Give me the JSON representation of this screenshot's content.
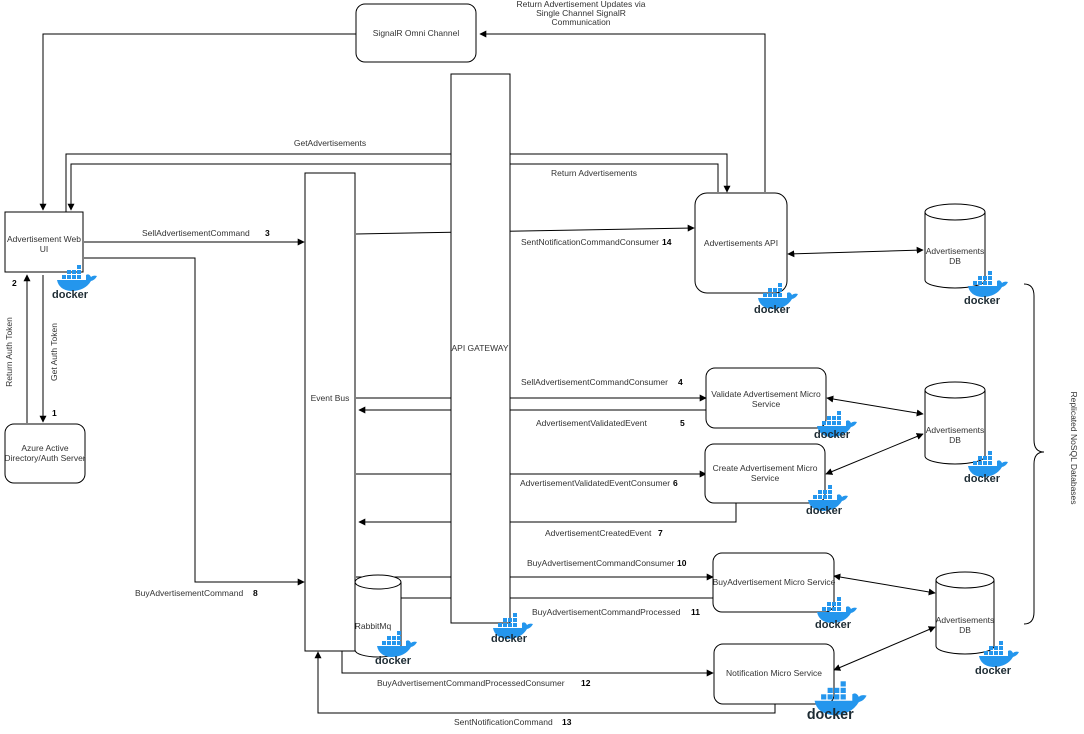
{
  "nodes": {
    "signalr": "SignalR Omni Channel",
    "web_ui_line1": "Advertisement Web",
    "web_ui_line2": "UI",
    "azure_line1": "Azure Active",
    "azure_line2": "Directory/Auth Server",
    "event_bus": "Event Bus",
    "api_gateway": "API GATEWAY",
    "adv_api": "Advertisements API",
    "validate_line1": "Validate Advertisement Micro",
    "validate_line2": "Service",
    "create_line1": "Create Advertisement Micro",
    "create_line2": "Service",
    "buy_service": "BuyAdvertisement Micro Service",
    "notification_service": "Notification Micro Service",
    "rabbitmq": "RabbitMq",
    "db_line1": "Advertisements",
    "db_line2": "DB",
    "docker": "docker",
    "replicated": "Replicated NoSQL Databases"
  },
  "edges": {
    "signalr_return_line1": "Return Advertisement Updates via",
    "signalr_return_line2": "Single Channel SignalR",
    "signalr_return_line3": "Communication",
    "get_advertisements": "GetAdvertisements",
    "return_advertisements": "Return Advertisements",
    "sell_command": "SellAdvertisementCommand",
    "sell_command_num": "3",
    "sent_notification_consumer": "SentNotificationCommandConsumer",
    "sent_notification_consumer_num": "14",
    "sell_consumer": "SellAdvertisementCommandConsumer",
    "sell_consumer_num": "4",
    "validated_event": "AdvertisementValidatedEvent",
    "validated_event_num": "5",
    "validated_event_consumer": "AdvertisementValidatedEventConsumer",
    "validated_event_consumer_num": "6",
    "created_event": "AdvertisementCreatedEvent",
    "created_event_num": "7",
    "buy_command": "BuyAdvertisementCommand",
    "buy_command_num": "8",
    "buy_consumer": "BuyAdvertisementCommandConsumer",
    "buy_consumer_num": "10",
    "buy_processed": "BuyAdvertisementCommandProcessed",
    "buy_processed_num": "11",
    "buy_processed_consumer": "BuyAdvertisementCommandProcessedConsumer",
    "buy_processed_consumer_num": "12",
    "sent_notification_command": "SentNotificationCommand",
    "sent_notification_command_num": "13",
    "return_auth_token": "Return Auth Token",
    "return_auth_token_num": "2",
    "get_auth_token": "Get Auth Token",
    "get_auth_token_num": "1"
  },
  "colors": {
    "docker_blue": "#2496ed",
    "docker_text": "#1d2b33",
    "stroke": "#000000",
    "text": "#333333"
  }
}
